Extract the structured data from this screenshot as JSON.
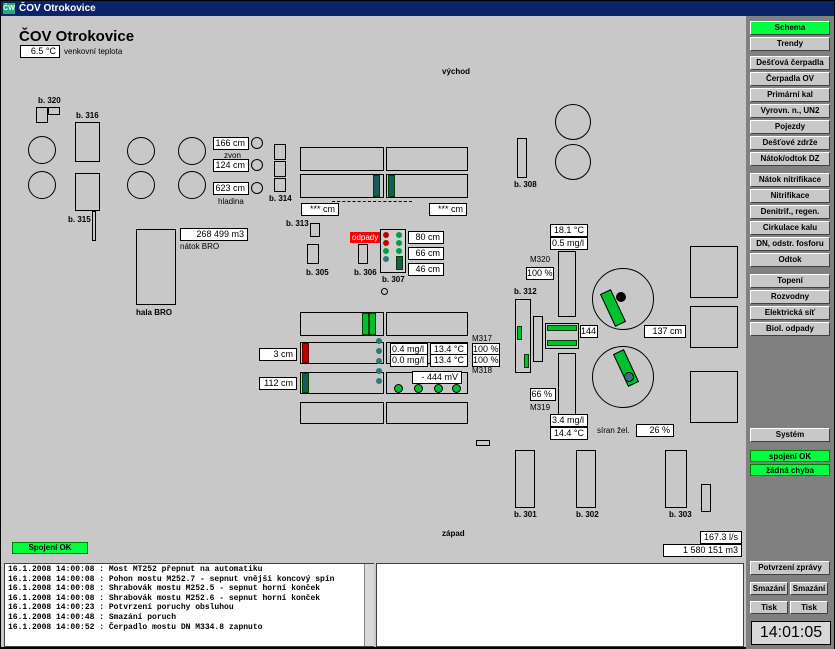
{
  "window": {
    "title": "ČOV Otrokovice",
    "icon": "app-icon"
  },
  "header": {
    "plant_name": "ČOV Otrokovice",
    "outdoor_temp": "6.5 °C",
    "outdoor_temp_label": "venkovní teplota"
  },
  "compass": {
    "east": "východ",
    "west": "západ"
  },
  "objects": {
    "b320": "b. 320",
    "b316": "b. 316",
    "b315": "b. 315",
    "b314": "b. 314",
    "b313": "b. 313",
    "b305": "b. 305",
    "b306": "b. 306",
    "b307": "b. 307",
    "b308": "b. 308",
    "b312": "b. 312",
    "b301": "b. 301",
    "b302": "b. 302",
    "b303": "b. 303",
    "hala_bro": "hala BRO",
    "natok_bro": "nátok BRO",
    "zvon": "zvon",
    "hladina": "hladina",
    "odpady": "odpady",
    "m320": "M320",
    "m317": "M317",
    "m318": "M318",
    "m319": "M319",
    "siran": "síran žel."
  },
  "values": {
    "level1": "166 cm",
    "level2": "124 cm",
    "level3": "623 cm",
    "natok_volume": "268 499 m3",
    "left_basin": "*** cm",
    "right_basin": "*** cm",
    "odp1": "80 cm",
    "odp2": "66 cm",
    "odp3": "46 cm",
    "temp_top": "18.1 °C",
    "o2_top": "0.5 mg/l",
    "pct_top": "100 %",
    "center_level": "144",
    "right_level": "137 cm",
    "o2_317": "0.4 mg/l",
    "temp_317": "13.4 °C",
    "pct_317": "100 %",
    "o2_318": "0.0 mg/l",
    "temp_318": "13.4 °C",
    "pct_318": "100 %",
    "redox": "- 444 mV",
    "lvl_3cm": "3 cm",
    "lvl_112cm": "112 cm",
    "pct_bottom": "66 %",
    "o2_bottom": "3.4 mg/l",
    "temp_bottom": "14.4 °C",
    "siran_pct": "26 %",
    "flow": "167.3 l/s",
    "total": "1 580 151 m3"
  },
  "status": {
    "connection": "Spojení OK"
  },
  "nav": {
    "items": [
      "Schema",
      "Trendy",
      "Dešťová čerpadla",
      "Čerpadla OV",
      "Primární kal",
      "Vyrovn. n., UN2",
      "Pojezdy",
      "Dešťové zdrže",
      "Nátok/odtok DZ",
      "Nátok nitrifikace",
      "Nitrifikace",
      "Denitrif., regen.",
      "Cirkulace kalu",
      "DN, odstr. fosforu",
      "Odtok",
      "Topení",
      "Rozvodny",
      "Elektrická síť",
      "Biol. odpady"
    ],
    "system": "Systém",
    "conn_ok": "spojení OK",
    "no_fault": "žádná chyba",
    "confirm": "Potvrzení zprávy",
    "delete1": "Smazání",
    "delete2": "Smazání",
    "print1": "Tisk",
    "print2": "Tisk"
  },
  "clock": "14:01:05",
  "log": [
    "16.1.2008 14:00:08 : Most MT252 přepnut na automatiku",
    "16.1.2008 14:00:08 : Pohon mostu M252.7 - sepnut vnější koncový spín",
    "16.1.2008 14:00:08 : Shrabovák mostu M252.5 - sepnut horní konček",
    "16.1.2008 14:00:08 : Shrabovák mostu M252.6 - sepnut horní konček",
    "16.1.2008 14:00:23 : Potvrzení poruchy obsluhou",
    "16.1.2008 14:00:48 : Smazání poruch",
    "16.1.2008 14:00:52 : Čerpadlo mostu DN M334.8 zapnuto"
  ],
  "colors": {
    "active": "#00ff40",
    "alarm": "#ff0000",
    "ok": "#00c030"
  }
}
